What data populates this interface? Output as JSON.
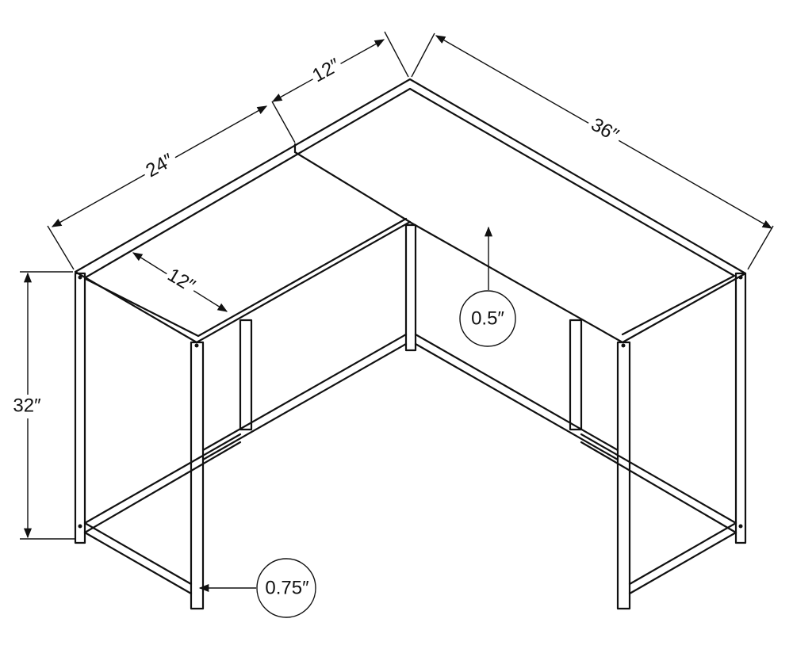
{
  "title": "L-shaped desk dimensions",
  "colors": {
    "line": "#111111",
    "background": "#ffffff"
  },
  "dimensions": {
    "left_depth": "24″",
    "corner_offset": "12″",
    "right_length": "36″",
    "left_wing_width": "12″",
    "height": "32″",
    "top_thickness": "0.5″",
    "leg_thickness": "0.75″"
  }
}
